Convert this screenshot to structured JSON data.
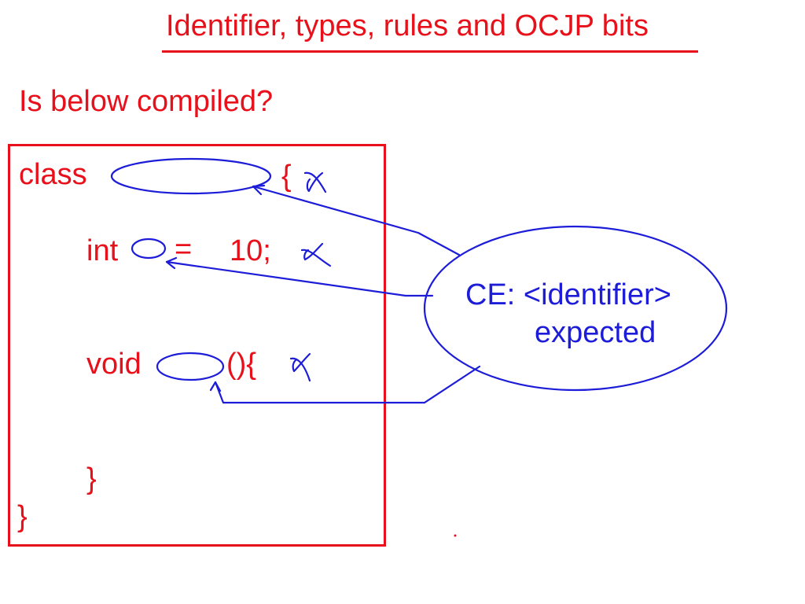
{
  "slide": {
    "title": "Identifier, types, rules and OCJP bits",
    "question": "Is below compiled?"
  },
  "code": {
    "class_keyword": "class",
    "class_open_brace": "{",
    "int_keyword": "int",
    "equals": "=",
    "int_value": "10;",
    "void_keyword": "void",
    "method_parens_brace": "(){",
    "method_close_brace": "}",
    "class_close_brace": "}"
  },
  "annotation": {
    "line1": "CE: <identifier>",
    "line2": "expected"
  },
  "colors": {
    "slide_text": "#e8101a",
    "annotation_ink": "#1c1cd9",
    "background": "#ffffff"
  }
}
